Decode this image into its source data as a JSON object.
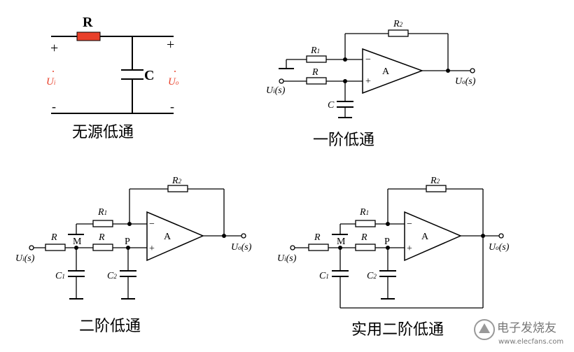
{
  "titles": {
    "passive": "无源低通",
    "first": "一阶低通",
    "second": "二阶低通",
    "practical": "实用二阶低通"
  },
  "passive": {
    "r": "R",
    "c": "C",
    "plus": "+",
    "minus": "-",
    "ui": "U",
    "ui_sub": "i",
    "uo": "U",
    "uo_sub": "o"
  },
  "labels": {
    "R": "R",
    "R1": "R",
    "R2": "R",
    "sub1": "1",
    "sub2": "2",
    "C": "C",
    "C1": "C",
    "C2": "C",
    "A": "A",
    "M": "M",
    "P": "P",
    "minus": "−",
    "plus": "+",
    "U": "U",
    "i": "i",
    "o": "o",
    "s": "(s)"
  },
  "watermark": {
    "name": "电子发烧友",
    "url": "www.elecfans.com"
  },
  "colors": {
    "resistor": "#e8402a",
    "signal_label": "#e8402a",
    "line": "#000000"
  }
}
